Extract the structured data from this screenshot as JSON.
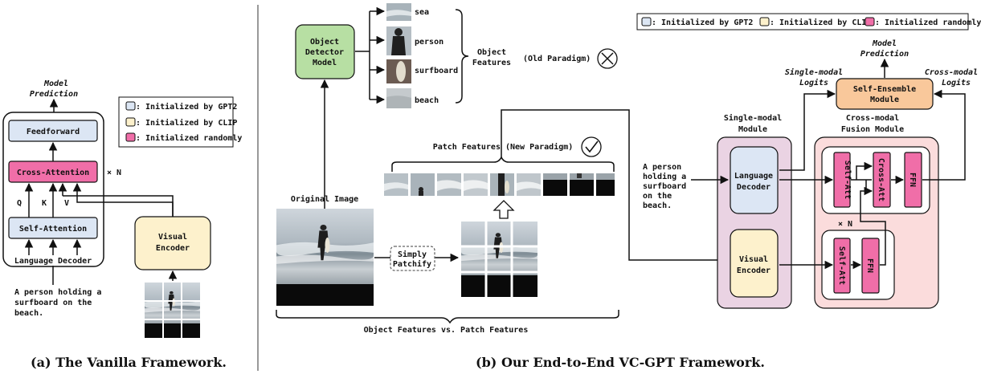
{
  "legend": {
    "gpt2": ": Initialized by GPT2",
    "clip": ": Initialized by CLIP",
    "random": ": Initialized randomly"
  },
  "colors": {
    "gpt2": "#dce6f4",
    "clip": "#fdf1cc",
    "random": "#f06ea8",
    "detector": "#b7dfa3",
    "ensemble": "#f9c89b",
    "module_bg": "#ead3e3",
    "fusion_bg": "#fbdcdc"
  },
  "vanilla": {
    "model_prediction": [
      "Model",
      "Prediction"
    ],
    "feedforward": "Feedforward",
    "cross_attention": "Cross-Attention",
    "xn": "× N",
    "q": "Q",
    "k": "K",
    "v": "V",
    "self_attention": "Self-Attention",
    "language_decoder": "Language Decoder",
    "visual_encoder": [
      "Visual",
      "Encoder"
    ],
    "input_text": [
      "A person holding a",
      "surfboard on the",
      "beach."
    ],
    "caption": "(a) The Vanilla Framework."
  },
  "ours": {
    "detector": [
      "Object",
      "Detector",
      "Model"
    ],
    "object_labels": [
      "sea",
      "person",
      "surfboard",
      "beach"
    ],
    "object_features": [
      "Object",
      "Features"
    ],
    "old_paradigm": "(Old Paradigm)",
    "patch_features": "Patch Features (New Paradigm)",
    "original_image": "Original  Image",
    "simply_patchify": [
      "Simply",
      "Patchify"
    ],
    "bottom_label": "Object Features vs. Patch Features",
    "input_text": [
      "A person",
      "holding a",
      "surfboard",
      "on the",
      "beach."
    ],
    "model_prediction": [
      "Model",
      "Prediction"
    ],
    "single_logits": [
      "Single-modal",
      "Logits"
    ],
    "cross_logits": [
      "Cross-modal",
      "Logits"
    ],
    "ensemble": [
      "Self-Ensemble",
      "Module"
    ],
    "single_module": [
      "Single-modal",
      "Module"
    ],
    "fusion_module": [
      "Cross-modal",
      "Fusion Module"
    ],
    "language_decoder": [
      "Language",
      "Decoder"
    ],
    "visual_encoder": [
      "Visual",
      "Encoder"
    ],
    "self_att": "Self-Att",
    "cross_att": "Cross-Att",
    "ffn": "FFN",
    "xn": "× N",
    "caption": "(b) Our End-to-End VC-GPT Framework."
  }
}
